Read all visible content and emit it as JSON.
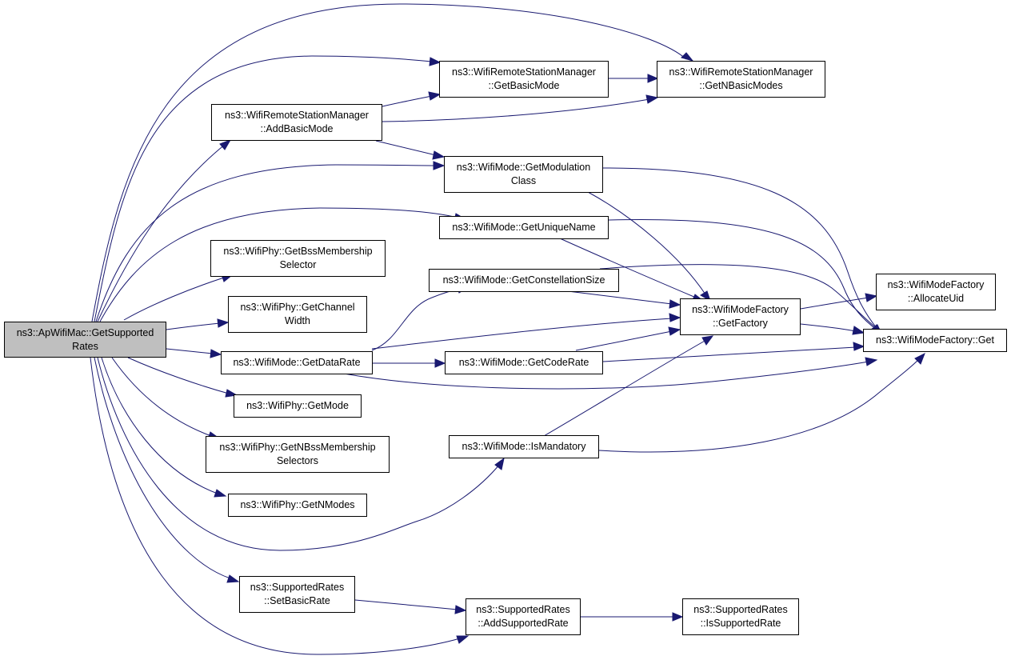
{
  "colors": {
    "edge": "#191970",
    "root_fill": "#bfbfbf",
    "node_fill": "#ffffff",
    "border": "#000000"
  },
  "nodes": {
    "root": {
      "line1": "ns3::ApWifiMac::GetSupported",
      "line2": "Rates"
    },
    "rsm_add_basic_mode": {
      "line1": "ns3::WifiRemoteStationManager",
      "line2": "::AddBasicMode"
    },
    "rsm_get_basic_mode": {
      "line1": "ns3::WifiRemoteStationManager",
      "line2": "::GetBasicMode"
    },
    "rsm_get_n_basic_modes": {
      "line1": "ns3::WifiRemoteStationManager",
      "line2": "::GetNBasicModes"
    },
    "mode_get_modulation_class": {
      "line1": "ns3::WifiMode::GetModulation",
      "line2": "Class"
    },
    "mode_get_unique_name": {
      "line1": "ns3::WifiMode::GetUniqueName"
    },
    "phy_get_bss_membership_selector": {
      "line1": "ns3::WifiPhy::GetBssMembership",
      "line2": "Selector"
    },
    "mode_get_constellation_size": {
      "line1": "ns3::WifiMode::GetConstellationSize"
    },
    "phy_get_channel_width": {
      "line1": "ns3::WifiPhy::GetChannel",
      "line2": "Width"
    },
    "factory_get_factory": {
      "line1": "ns3::WifiModeFactory",
      "line2": "::GetFactory"
    },
    "factory_allocate_uid": {
      "line1": "ns3::WifiModeFactory",
      "line2": "::AllocateUid"
    },
    "factory_get": {
      "line1": "ns3::WifiModeFactory::Get"
    },
    "mode_get_data_rate": {
      "line1": "ns3::WifiMode::GetDataRate"
    },
    "mode_get_code_rate": {
      "line1": "ns3::WifiMode::GetCodeRate"
    },
    "phy_get_mode": {
      "line1": "ns3::WifiPhy::GetMode"
    },
    "phy_get_n_bss_membership_selectors": {
      "line1": "ns3::WifiPhy::GetNBssMembership",
      "line2": "Selectors"
    },
    "mode_is_mandatory": {
      "line1": "ns3::WifiMode::IsMandatory"
    },
    "phy_get_n_modes": {
      "line1": "ns3::WifiPhy::GetNModes"
    },
    "sr_set_basic_rate": {
      "line1": "ns3::SupportedRates",
      "line2": "::SetBasicRate"
    },
    "sr_add_supported_rate": {
      "line1": "ns3::SupportedRates",
      "line2": "::AddSupportedRate"
    },
    "sr_is_supported_rate": {
      "line1": "ns3::SupportedRates",
      "line2": "::IsSupportedRate"
    }
  }
}
